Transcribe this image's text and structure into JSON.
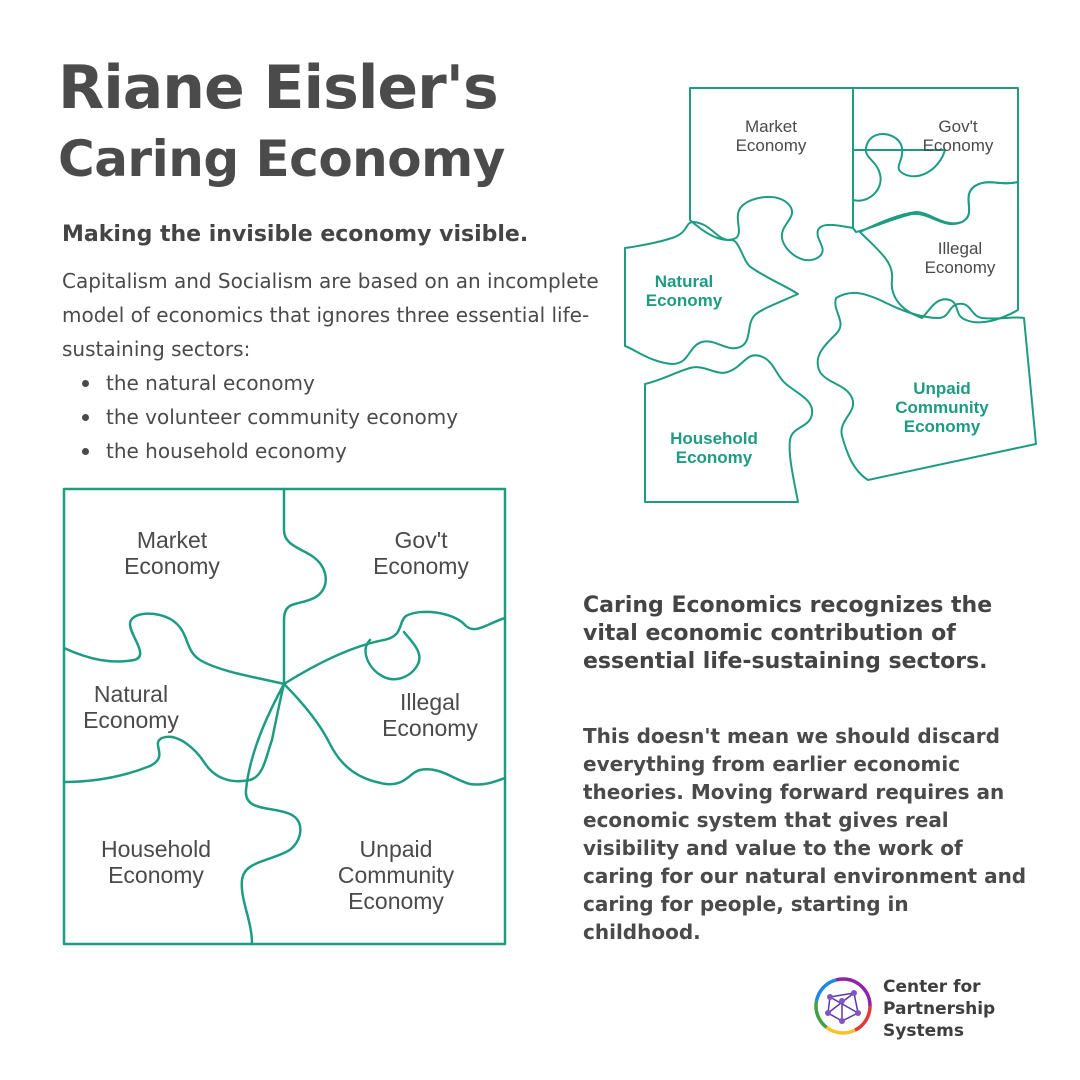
{
  "title": {
    "line1": "Riane Eisler's",
    "line2": "Caring Economy"
  },
  "subtitle": "Making the invisible economy visible.",
  "intro": "Capitalism and Socialism are based on an incomplete model of economics that ignores three essential life-sustaining sectors:",
  "bullets": [
    "the natural economy",
    "the volunteer community economy",
    "the household economy"
  ],
  "puzzle_large": {
    "market": "Market\nEconomy",
    "govt": "Gov't\nEconomy",
    "natural": "Natural\nEconomy",
    "illegal": "Illegal\nEconomy",
    "household": "Household\nEconomy",
    "unpaid": "Unpaid\nCommunity\nEconomy"
  },
  "puzzle_scattered": {
    "market": "Market\nEconomy",
    "govt": "Gov't\nEconomy",
    "illegal": "Illegal\nEconomy",
    "natural": "Natural\nEconomy",
    "unpaid": "Unpaid\nCommunity\nEconomy",
    "household": "Household\nEconomy"
  },
  "section2": {
    "heading": "Caring Economics recognizes the vital economic contribution of essential life-sustaining sectors.",
    "body": "This doesn't mean we should discard everything from earlier economic theories. Moving forward requires an economic system that gives real visibility and value to the work of caring for our natural environment and caring for people, starting in childhood."
  },
  "logo": {
    "line1": "Center for",
    "line2": "Partnership",
    "line3": "Systems"
  },
  "colors": {
    "accent": "#1e9c82",
    "text": "#4a4a4a"
  }
}
